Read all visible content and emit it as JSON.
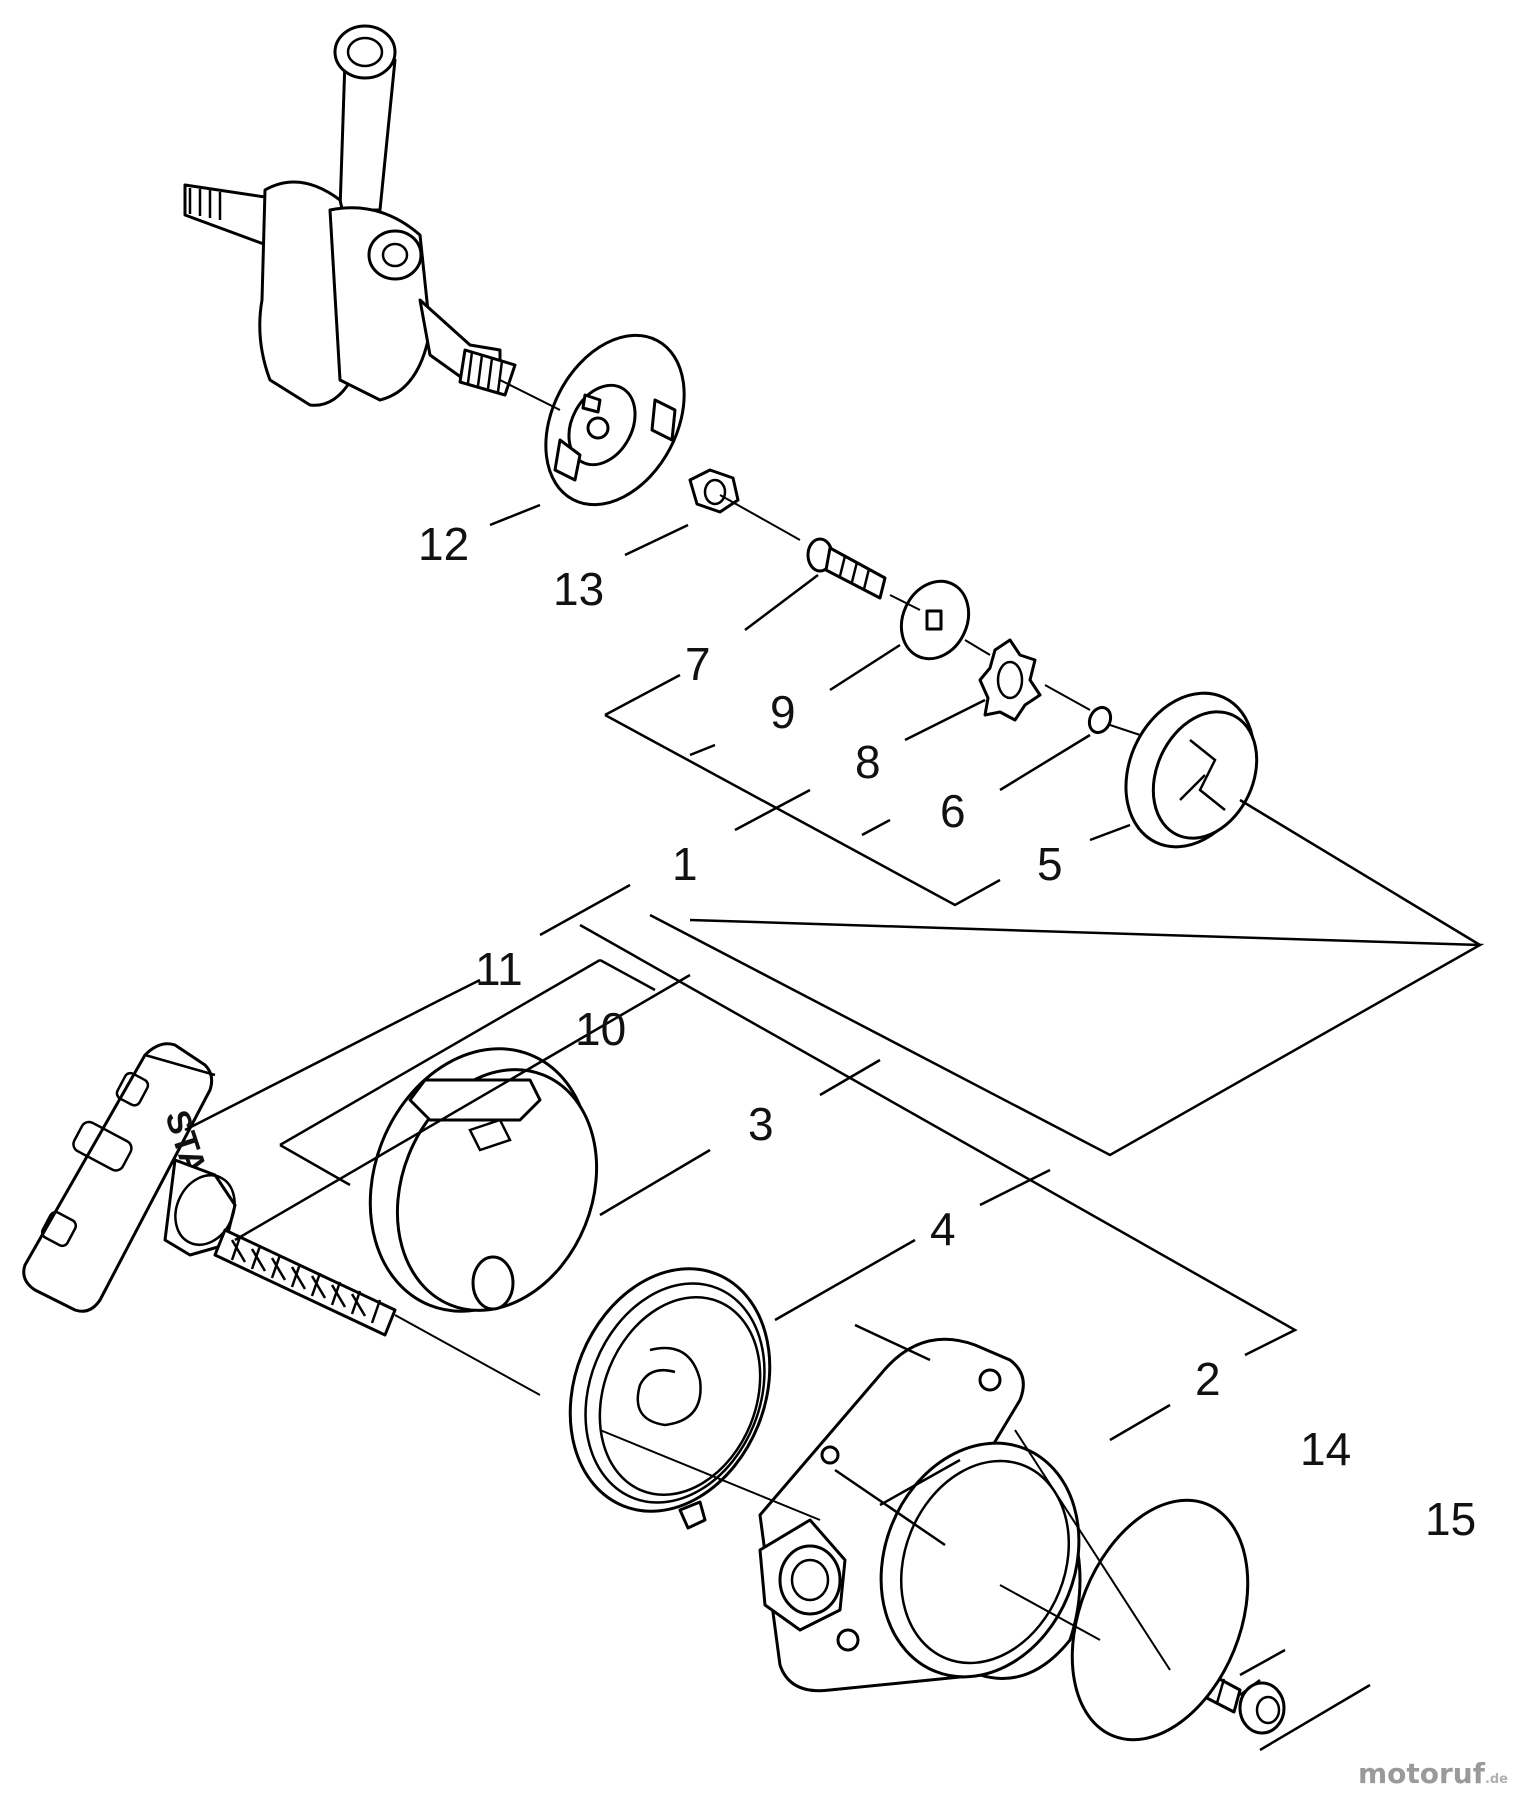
{
  "callouts": {
    "c1": "1",
    "c2": "2",
    "c3": "3",
    "c4": "4",
    "c5": "5",
    "c6": "6",
    "c7": "7",
    "c8": "8",
    "c9": "9",
    "c10": "10",
    "c11": "11",
    "c12": "12",
    "c13": "13",
    "c14": "14",
    "c15": "15"
  },
  "knob_label": "START",
  "watermark": {
    "main": "motoruf",
    "tld": ".de"
  }
}
